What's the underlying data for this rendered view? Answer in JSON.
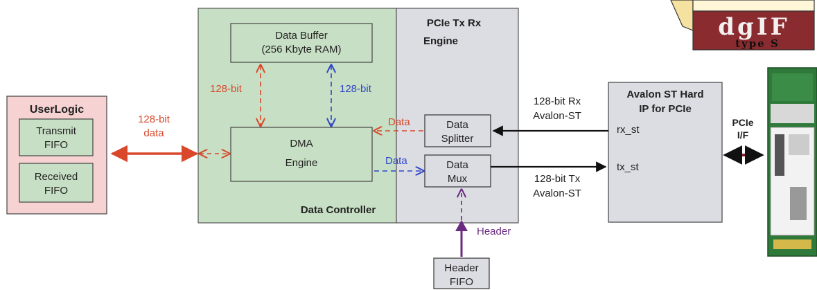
{
  "user_logic": {
    "title": "UserLogic",
    "transmit": [
      "Transmit",
      "FIFO"
    ],
    "received": [
      "Received",
      "FIFO"
    ]
  },
  "labels": {
    "bus_128_data": [
      "128-bit",
      "data"
    ],
    "bit128_red": "128-bit",
    "bit128_blue": "128-bit",
    "data_red": "Data",
    "data_blue": "Data",
    "rx_bus": [
      "128-bit Rx",
      "Avalon-ST"
    ],
    "tx_bus": [
      "128-bit Tx",
      "Avalon-ST"
    ],
    "header": "Header",
    "pcie_if": [
      "PCIe",
      "I/F"
    ]
  },
  "data_controller": {
    "title": "Data Controller",
    "buffer": [
      "Data Buffer",
      "(256 Kbyte RAM)"
    ],
    "dma": [
      "DMA",
      "Engine"
    ]
  },
  "pcie_engine": {
    "title": [
      "PCIe Tx Rx",
      "Engine"
    ],
    "splitter": [
      "Data",
      "Splitter"
    ],
    "mux": [
      "Data",
      "Mux"
    ],
    "header_fifo": [
      "Header",
      "FIFO"
    ]
  },
  "avalon": {
    "title": [
      "Avalon ST Hard",
      "IP for PCIe"
    ],
    "rx": "rx_st",
    "tx": "tx_st"
  },
  "logo": {
    "main": "dgIF",
    "sub": "type S"
  },
  "colors": {
    "green_fill": "#c7dfc4",
    "gray_fill": "#dcdce3",
    "pink_fill": "#f6d2d2",
    "red_arrow": "#d9482b",
    "blue_arrow": "#2f47c8",
    "purple_arrow": "#6a2a80",
    "logo_bg": "#8a2b2f"
  }
}
